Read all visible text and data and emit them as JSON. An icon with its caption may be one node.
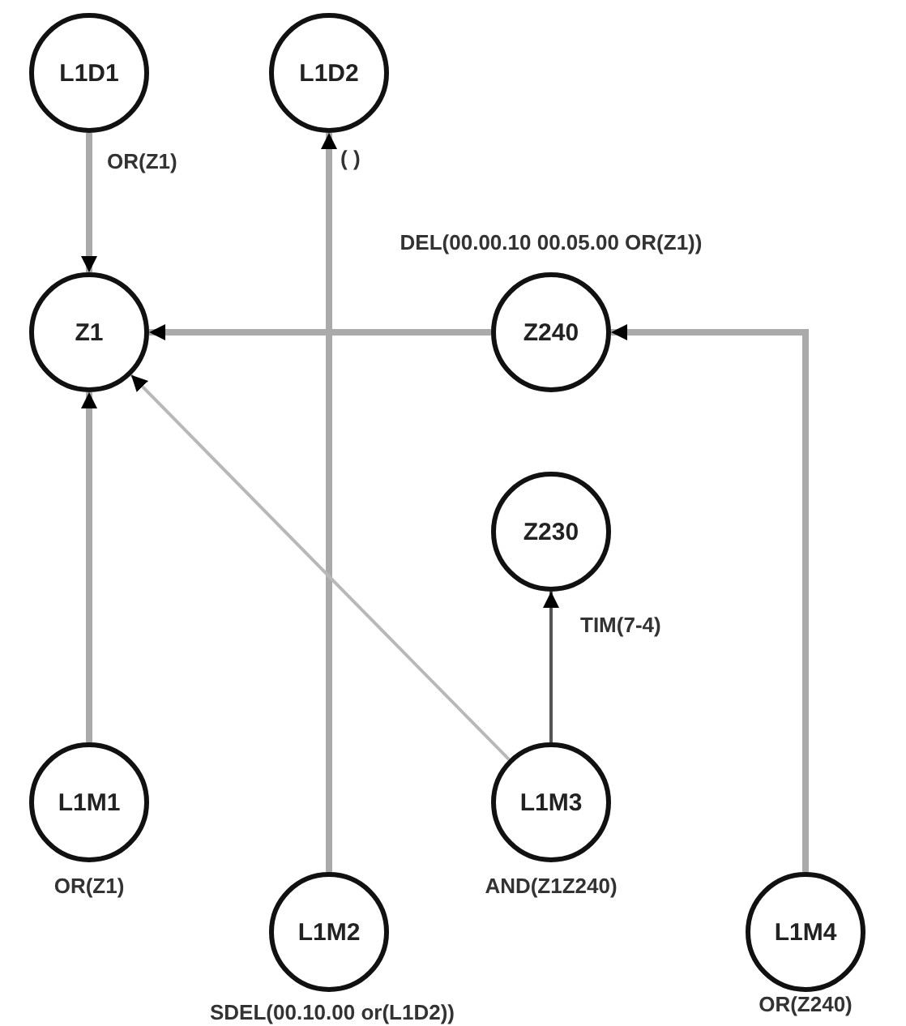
{
  "diagram": {
    "nodes": [
      {
        "text": [
          "L1D1"
        ],
        "beside": [
          "OR(Z1)"
        ]
      },
      {
        "text": [
          "L1D2"
        ],
        "beside": [
          "( )"
        ]
      },
      {
        "text": [
          "Z1"
        ]
      },
      {
        "text": [
          "Z240"
        ],
        "beside": [
          "DEL(00.00.10 00.05.00 OR(Z1))"
        ]
      },
      {
        "text": [
          "Z230"
        ],
        "beside": [
          "TIM(7-4)"
        ]
      },
      {
        "text": [
          "L1M1"
        ],
        "beside": [
          "OR(Z1)"
        ]
      },
      {
        "text": [
          "L1M2"
        ],
        "beside": [
          "SDEL(00.10.00 or(L1D2))"
        ]
      },
      {
        "text": [
          "L1M3"
        ],
        "beside": [
          "AND(Z1Z240)"
        ]
      },
      {
        "text": [
          "L1M4"
        ],
        "beside": [
          "OR(Z240)"
        ]
      }
    ],
    "edges": [
      {
        "from": 0,
        "to": 2,
        "arrow": "to"
      },
      {
        "from": 6,
        "to": 1,
        "arrow": "to"
      },
      {
        "from": 3,
        "to": 2,
        "arrow": "to"
      },
      {
        "from": 8,
        "to": 3,
        "arrow": "to"
      },
      {
        "from": 5,
        "to": 2,
        "arrow": "to"
      },
      {
        "from": 7,
        "to": 2,
        "arrow": "to",
        "color": "#b8b8b8"
      },
      {
        "from": 7,
        "to": 4,
        "arrow": "to",
        "color": "#555555"
      }
    ]
  }
}
